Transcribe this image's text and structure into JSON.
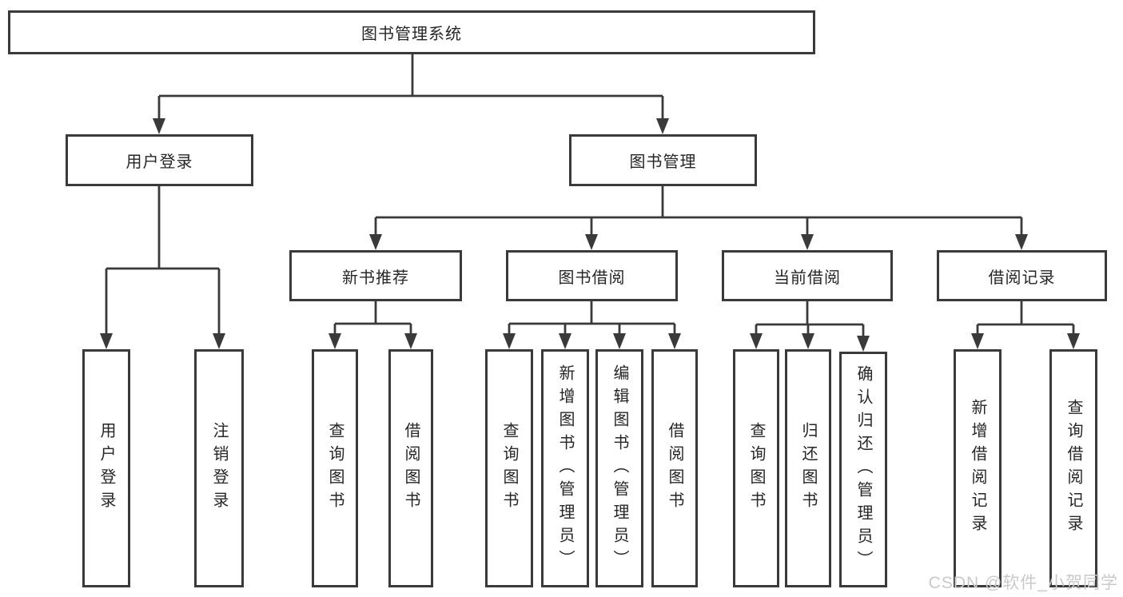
{
  "diagram": {
    "root": {
      "label": "图书管理系统"
    },
    "level2": [
      {
        "label": "用户登录"
      },
      {
        "label": "图书管理"
      }
    ],
    "level3": [
      {
        "label": "新书推荐"
      },
      {
        "label": "图书借阅"
      },
      {
        "label": "当前借阅"
      },
      {
        "label": "借阅记录"
      }
    ],
    "leaves": [
      {
        "label": "用户登录",
        "parent": "用户登录"
      },
      {
        "label": "注销登录",
        "parent": "用户登录"
      },
      {
        "label": "查询图书",
        "parent": "新书推荐"
      },
      {
        "label": "借阅图书",
        "parent": "新书推荐"
      },
      {
        "label": "查询图书",
        "parent": "图书借阅"
      },
      {
        "label": "新增图书（管理员）",
        "parent": "图书借阅"
      },
      {
        "label": "编辑图书（管理员）",
        "parent": "图书借阅"
      },
      {
        "label": "借阅图书",
        "parent": "图书借阅"
      },
      {
        "label": "查询图书",
        "parent": "当前借阅"
      },
      {
        "label": "归还图书",
        "parent": "当前借阅"
      },
      {
        "label": "确认归还（管理员）",
        "parent": "当前借阅"
      },
      {
        "label": "新增借阅记录",
        "parent": "借阅记录"
      },
      {
        "label": "查询借阅记录",
        "parent": "借阅记录"
      }
    ]
  },
  "watermark": {
    "text": "CSDN @软件_小贺同学"
  },
  "colors": {
    "line": "#3a3a3a",
    "text": "#262626",
    "watermark": "#c9c9c9",
    "background": "#ffffff"
  }
}
